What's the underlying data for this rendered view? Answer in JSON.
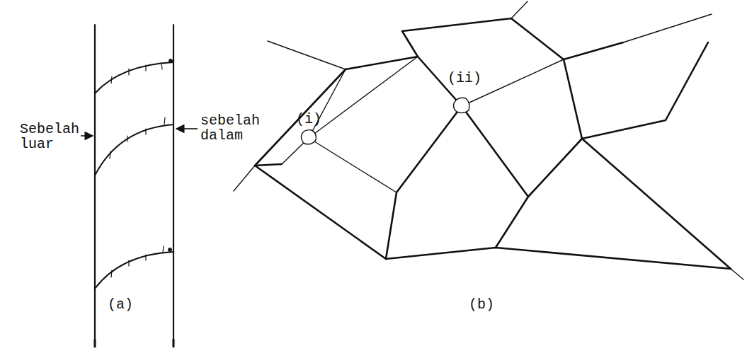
{
  "diagram": {
    "labels": [
      "Sebelah luar",
      "sebelah dalam",
      "(i)",
      "(ii)",
      "(a)",
      "(b)"
    ]
  }
}
